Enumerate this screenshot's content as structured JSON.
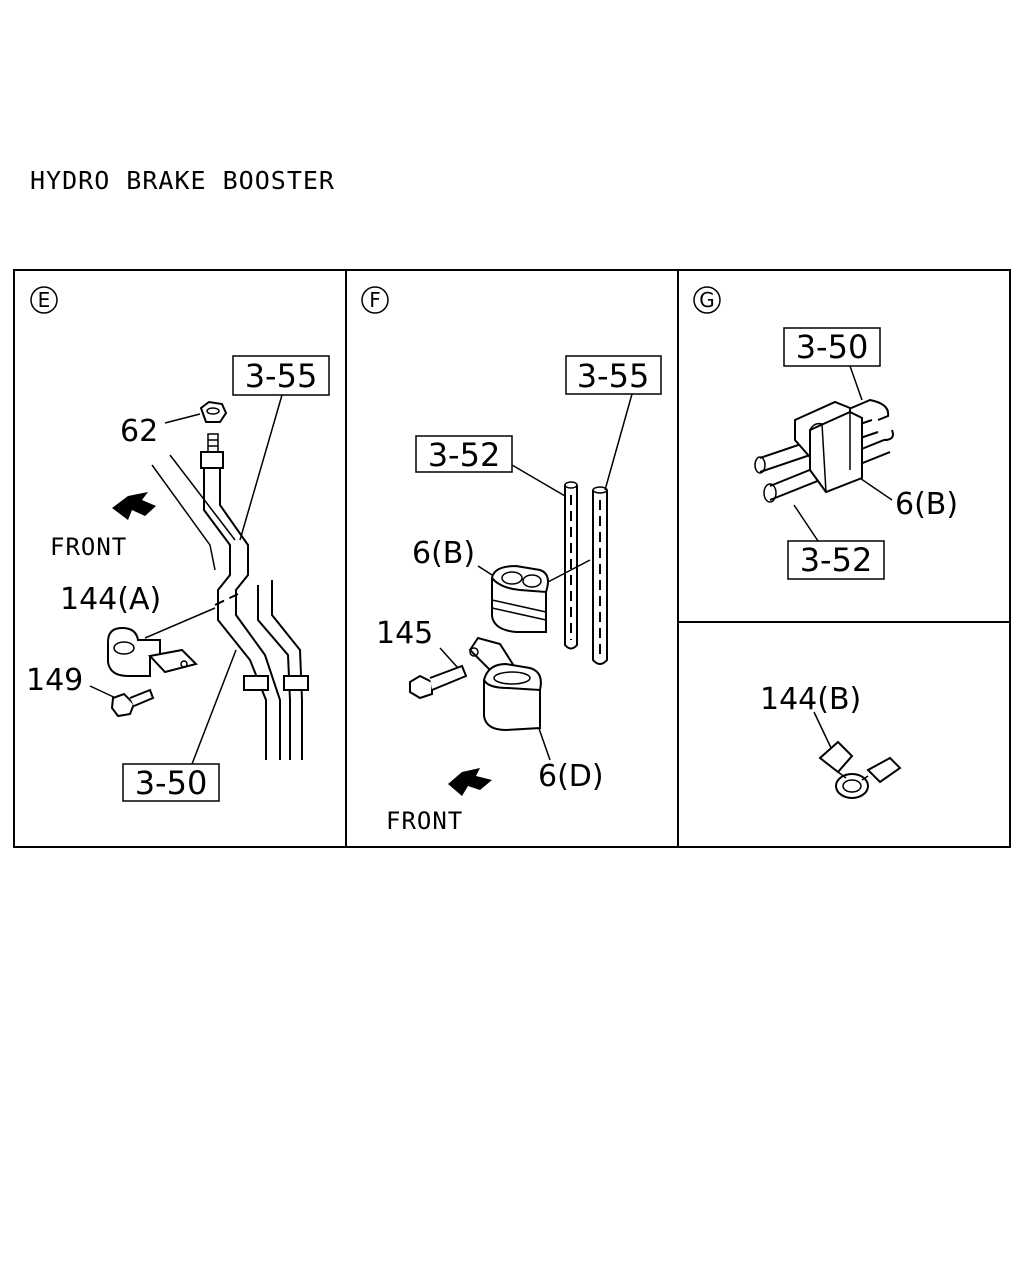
{
  "title": "HYDRO BRAKE BOOSTER",
  "panels": {
    "E": {
      "marker": "E",
      "labels": {
        "ref_top": "3-55",
        "ref_bottom": "3-50",
        "nut": "62",
        "clip": "144(A)",
        "bolt": "149",
        "front": "FRONT"
      }
    },
    "F": {
      "marker": "F",
      "labels": {
        "ref_right": "3-55",
        "ref_left": "3-52",
        "clip_b": "6(B)",
        "bolt": "145",
        "clip_d": "6(D)",
        "front": "FRONT"
      }
    },
    "G": {
      "marker": "G",
      "labels": {
        "ref_top": "3-50",
        "clip_b": "6(B)",
        "ref_bottom": "3-52"
      }
    },
    "H": {
      "labels": {
        "clip": "144(B)"
      }
    }
  }
}
